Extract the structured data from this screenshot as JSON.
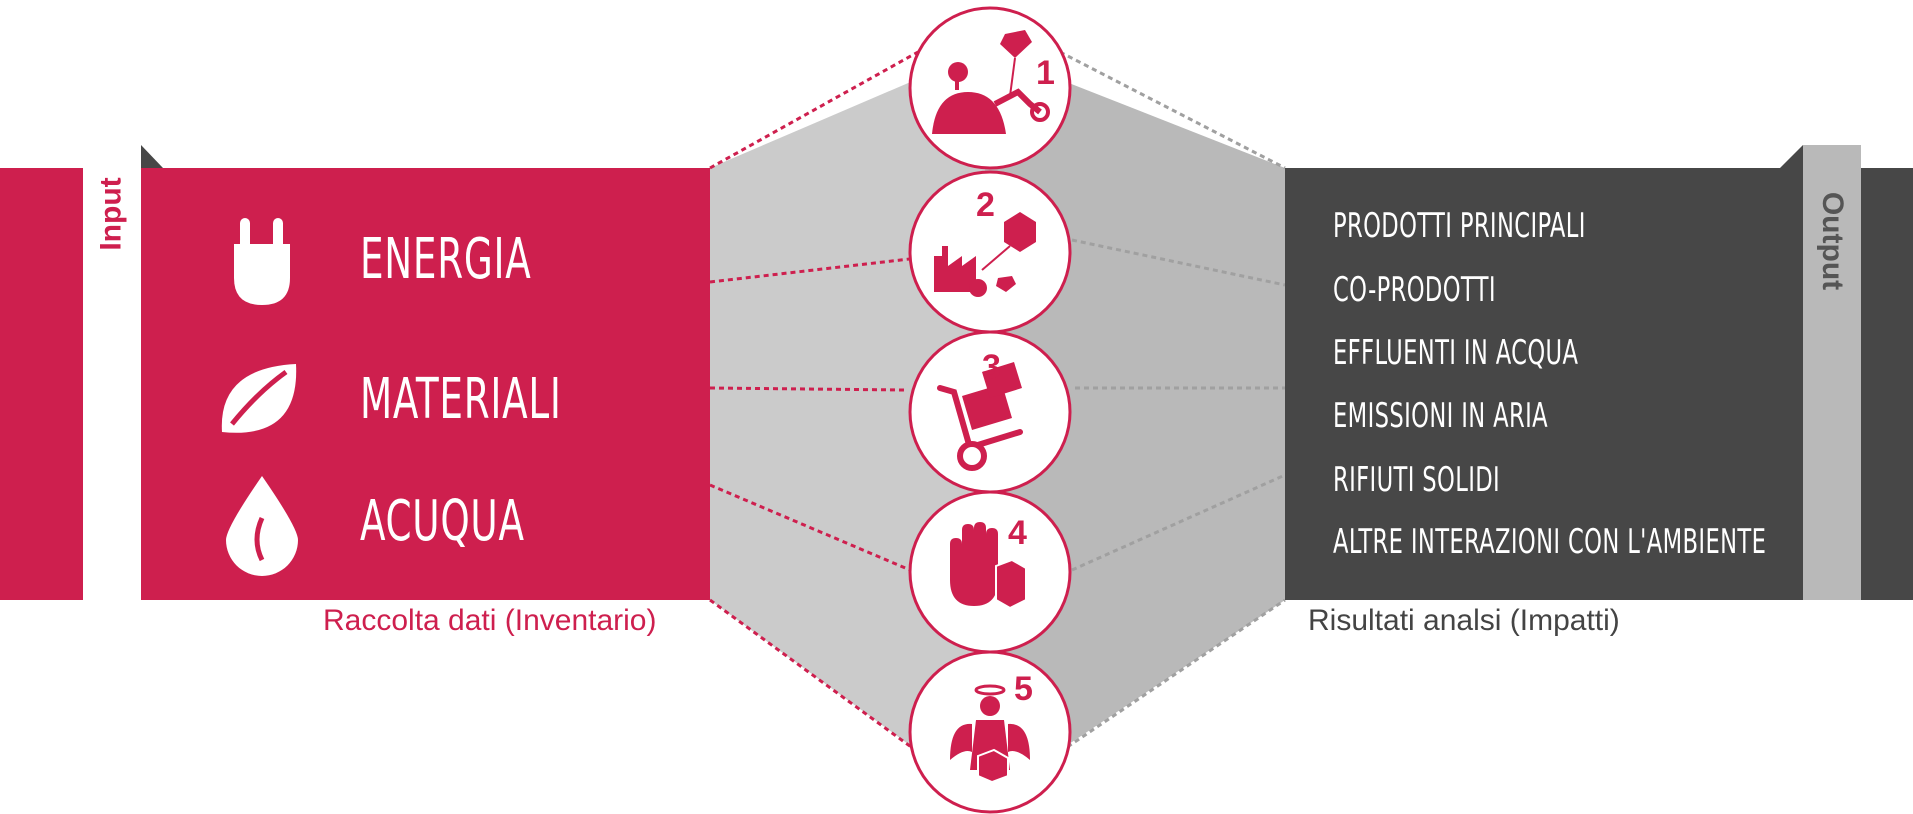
{
  "colors": {
    "accent": "#ce1f4e",
    "dark_panel": "#474747",
    "light_gray": "#cbcbcb",
    "mid_gray": "#b9b9b9",
    "white": "#ffffff"
  },
  "input": {
    "label": "Input",
    "items": [
      {
        "label": "ENERGIA",
        "icon": "plug-icon"
      },
      {
        "label": "MATERIALI",
        "icon": "leaf-icon"
      },
      {
        "label": "ACUQUA",
        "icon": "water-drop-icon"
      }
    ],
    "caption": "Raccolta dati (Inventario)"
  },
  "output": {
    "label": "Output",
    "items": [
      "PRODOTTI PRINCIPALI",
      "CO-PRODOTTI",
      "EFFLUENTI IN ACQUA",
      "EMISSIONI IN ARIA",
      "RIFIUTI SOLIDI",
      "ALTRE INTERAZIONI CON L'AMBIENTE"
    ],
    "caption": "Risultati analsi (Impatti)"
  },
  "phases": [
    {
      "number": "1",
      "icon": "raw-material-extraction-icon"
    },
    {
      "number": "2",
      "icon": "factory-production-icon"
    },
    {
      "number": "3",
      "icon": "hand-truck-transport-icon"
    },
    {
      "number": "4",
      "icon": "hand-use-icon"
    },
    {
      "number": "5",
      "icon": "angel-end-of-life-icon"
    }
  ]
}
